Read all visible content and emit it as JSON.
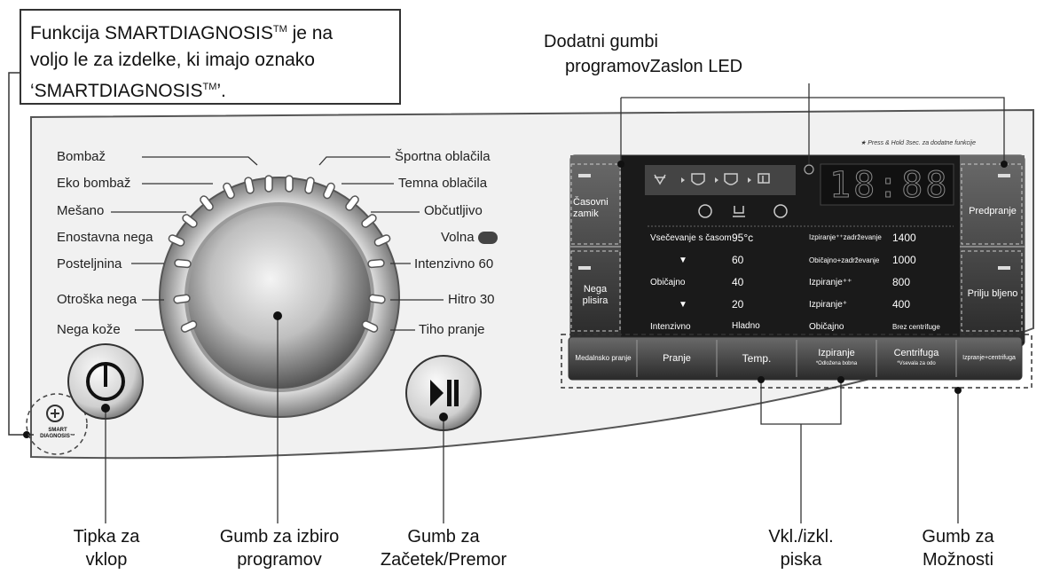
{
  "callout": {
    "line1_a": "Funkcija SMARTDIAGNOSIS",
    "line1_sup": "TM",
    "line1_b": " je na",
    "line2": "voljo le za izdelke, ki imajo oznako",
    "line3_a": "‘SMARTDIAGNOSIS",
    "line3_sup": "TM",
    "line3_b": "’."
  },
  "top_labels": {
    "extra_buttons_1": "Dodatni gumbi",
    "extra_buttons_2": "programov",
    "led_display": "Zaslon LED"
  },
  "hold_note": "★ Press & Hold 3sec. za dodatne funkcije",
  "programs_left": [
    "Bombaž",
    "Eko bombaž",
    "Mešano",
    "Enostavna nega",
    "Posteljnina",
    "Otroška nega",
    "Nega kože"
  ],
  "programs_right": [
    "Športna oblačila",
    "Temna oblačila",
    "Občutljivo",
    "Volna",
    "Intenzivno 60",
    "Hitro 30",
    "Tiho pranje"
  ],
  "display": {
    "time": "18:88",
    "col1": [
      "Vsečevanje s časom",
      "▼",
      "Običajno",
      "▼",
      "Intenzivno"
    ],
    "col2": [
      "95°c",
      "60",
      "40",
      "20",
      "Hladno"
    ],
    "col3": [
      "Izpiranje⁺⁺zadrževanje",
      "Običajno+zadrževanje",
      "Izpiranje⁺⁺",
      "Izpiranje⁺",
      "Običajno"
    ],
    "col4": [
      "1400",
      "1000",
      "800",
      "400",
      "Brez centrifuge"
    ]
  },
  "side_buttons": {
    "left_top": [
      "Časovni",
      "zamik"
    ],
    "left_bottom": [
      "Nega",
      "plisira"
    ],
    "right_top": "Predpranje",
    "right_bottom": "Prilju bljeno"
  },
  "option_buttons": [
    {
      "label": "Medalnsko pranje",
      "sub": ""
    },
    {
      "label": "Pranje",
      "sub": ""
    },
    {
      "label": "Temp.",
      "sub": ""
    },
    {
      "label": "Izpiranje",
      "sub": "*Odložena bobna"
    },
    {
      "label": "Centrifuga",
      "sub": "*Vsevala za odo"
    },
    {
      "label": "Izpranje+centrifuga",
      "sub": ""
    }
  ],
  "smartdiagnosis_badge": [
    "SMART",
    "DIAGNOSIS™"
  ],
  "bottom_labels": {
    "power_1": "Tipka za",
    "power_2": "vklop",
    "dial_1": "Gumb za izbiro",
    "dial_2": "programov",
    "start_1": "Gumb za",
    "start_2": "Začetek/Premor",
    "beep_1": "Vkl./izkl.",
    "beep_2": "piska",
    "options_1": "Gumb za",
    "options_2": "Možnosti"
  }
}
